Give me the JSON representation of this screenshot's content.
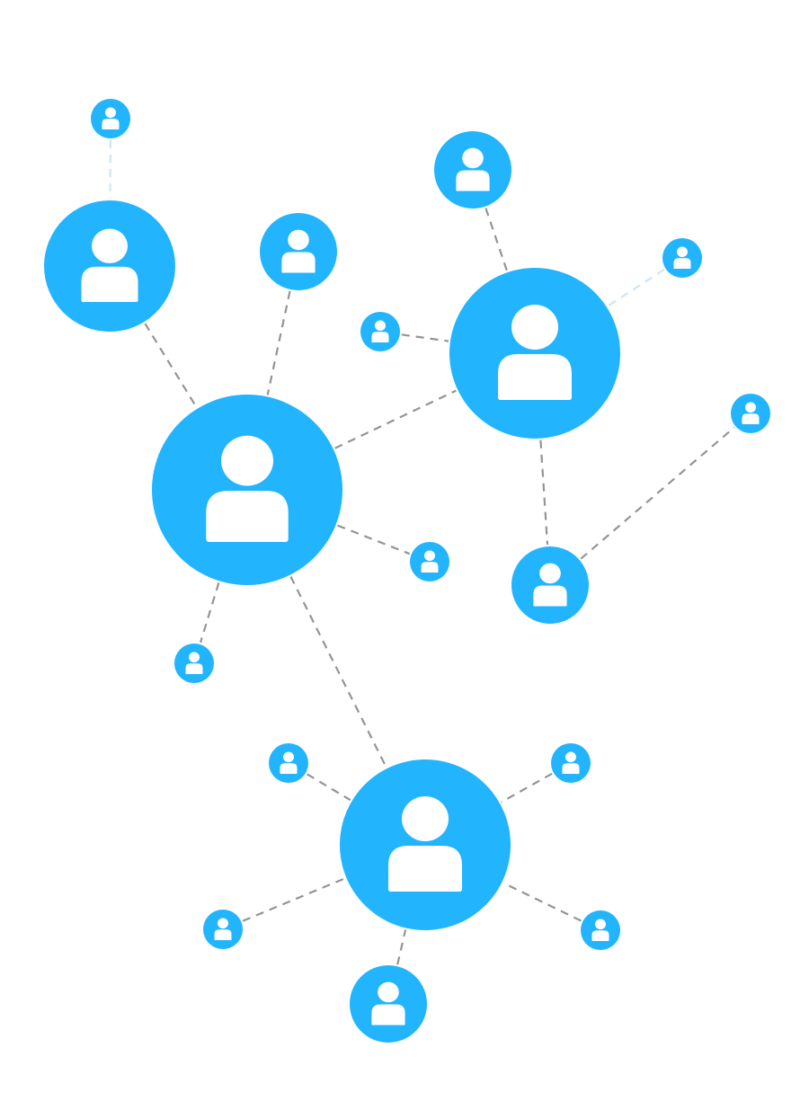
{
  "colors": {
    "node_fill": "#22b5fd",
    "icon_fill": "#ffffff",
    "edge_dark": "#949494",
    "edge_light": "#cde6f1",
    "background": "#ffffff"
  },
  "diagram": {
    "node_icon": "user-icon",
    "hubs": [
      {
        "id": "hub-top-left"
      },
      {
        "id": "hub-top-right"
      },
      {
        "id": "hub-center"
      },
      {
        "id": "hub-bottom"
      }
    ],
    "nodes": [
      {
        "id": "hub-top-left",
        "kind": "hub"
      },
      {
        "id": "hub-top-right",
        "kind": "hub"
      },
      {
        "id": "hub-center",
        "kind": "hub"
      },
      {
        "id": "hub-bottom",
        "kind": "hub"
      },
      {
        "id": "mid-upper-left",
        "kind": "medium"
      },
      {
        "id": "mid-top",
        "kind": "medium"
      },
      {
        "id": "mid-right",
        "kind": "medium"
      },
      {
        "id": "mid-bottom",
        "kind": "medium"
      },
      {
        "id": "small-top-left",
        "kind": "small"
      },
      {
        "id": "small-left-of-hub",
        "kind": "small"
      },
      {
        "id": "small-far-right-upper",
        "kind": "small"
      },
      {
        "id": "small-far-right",
        "kind": "small"
      },
      {
        "id": "small-center-right",
        "kind": "small"
      },
      {
        "id": "small-center-lower-left",
        "kind": "small"
      },
      {
        "id": "small-bottom-upper-left",
        "kind": "small"
      },
      {
        "id": "small-bottom-upper-right",
        "kind": "small"
      },
      {
        "id": "small-bottom-left",
        "kind": "small"
      },
      {
        "id": "small-bottom-right",
        "kind": "small"
      }
    ],
    "edges": [
      {
        "from": "small-top-left",
        "to": "hub-top-left",
        "style": "light"
      },
      {
        "from": "hub-top-left",
        "to": "hub-center",
        "style": "dark"
      },
      {
        "from": "mid-upper-left",
        "to": "hub-center",
        "style": "dark"
      },
      {
        "from": "hub-center",
        "to": "hub-top-right",
        "style": "dark"
      },
      {
        "from": "small-left-of-hub",
        "to": "hub-top-right",
        "style": "dark"
      },
      {
        "from": "mid-top",
        "to": "hub-top-right",
        "style": "dark"
      },
      {
        "from": "small-far-right-upper",
        "to": "hub-top-right",
        "style": "light"
      },
      {
        "from": "hub-top-right",
        "to": "mid-right",
        "style": "dark"
      },
      {
        "from": "mid-right",
        "to": "small-far-right",
        "style": "dark"
      },
      {
        "from": "hub-center",
        "to": "small-center-right",
        "style": "dark"
      },
      {
        "from": "hub-center",
        "to": "small-center-lower-left",
        "style": "dark"
      },
      {
        "from": "hub-center",
        "to": "hub-bottom",
        "style": "dark"
      },
      {
        "from": "small-bottom-upper-left",
        "to": "hub-bottom",
        "style": "dark"
      },
      {
        "from": "small-bottom-upper-right",
        "to": "hub-bottom",
        "style": "dark"
      },
      {
        "from": "small-bottom-left",
        "to": "hub-bottom",
        "style": "dark"
      },
      {
        "from": "small-bottom-right",
        "to": "hub-bottom",
        "style": "dark"
      },
      {
        "from": "mid-bottom",
        "to": "hub-bottom",
        "style": "dark"
      }
    ]
  }
}
